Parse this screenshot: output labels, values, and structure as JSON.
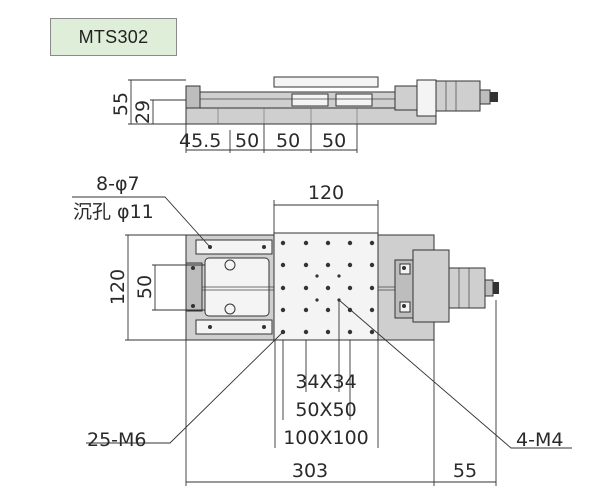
{
  "model": "MTS302",
  "side_view": {
    "height_total": "55",
    "height_partial": "29",
    "pitch_labels": [
      "45.5",
      "50",
      "50",
      "50"
    ]
  },
  "top_view": {
    "counterbore_count": "8-φ7",
    "counterbore_depth": "沉孔 φ11",
    "width_top": "120",
    "height_left_outer": "120",
    "height_left_inner": "50",
    "grid_34": "34X34",
    "grid_50": "50X50",
    "grid_100": "100X100",
    "tapped_m6": "25-M6",
    "tapped_m4": "4-M4",
    "length_total": "303",
    "length_micrometer": "55"
  }
}
